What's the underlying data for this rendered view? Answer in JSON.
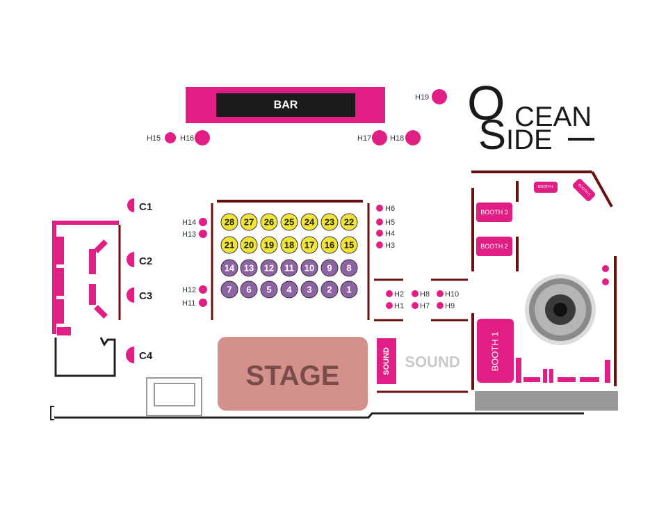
{
  "bar": {
    "label": "BAR"
  },
  "stage": {
    "label": "STAGE"
  },
  "sound": {
    "booth_label": "SOUND",
    "area_label": "SOUND"
  },
  "logo": {
    "line1": "CEAN",
    "line2": "IDE"
  },
  "colors": {
    "magenta": "#e01e84",
    "yellow_seat": "#f2e53a",
    "purple_seat": "#8e63a3",
    "wall": "#6b1010",
    "stage": "#d4908a",
    "dark_bar": "#1c1c1c",
    "floor_grey": "#999999"
  },
  "seats": {
    "yellow": [
      "28",
      "27",
      "26",
      "25",
      "24",
      "23",
      "22",
      "21",
      "20",
      "19",
      "18",
      "17",
      "16",
      "15"
    ],
    "purple": [
      "14",
      "13",
      "12",
      "11",
      "10",
      "9",
      "8",
      "7",
      "6",
      "5",
      "4",
      "3",
      "2",
      "1"
    ]
  },
  "high_tops": {
    "h1": "H1",
    "h2": "H2",
    "h3": "H3",
    "h4": "H4",
    "h5": "H5",
    "h6": "H6",
    "h7": "H7",
    "h8": "H8",
    "h9": "H9",
    "h10": "H10",
    "h11": "H11",
    "h12": "H12",
    "h13": "H13",
    "h14": "H14",
    "h15": "H15",
    "h16": "H16",
    "h17": "H17",
    "h18": "H18",
    "h19": "H19"
  },
  "couches": {
    "c1": "C1",
    "c2": "C2",
    "c3": "C3",
    "c4": "C4"
  },
  "booths": {
    "b1": "BOOTH 1",
    "b2": "BOOTH 2",
    "b3": "BOOTH 3",
    "b4": "BOOTH 4",
    "b5": "BOOTH 5"
  }
}
